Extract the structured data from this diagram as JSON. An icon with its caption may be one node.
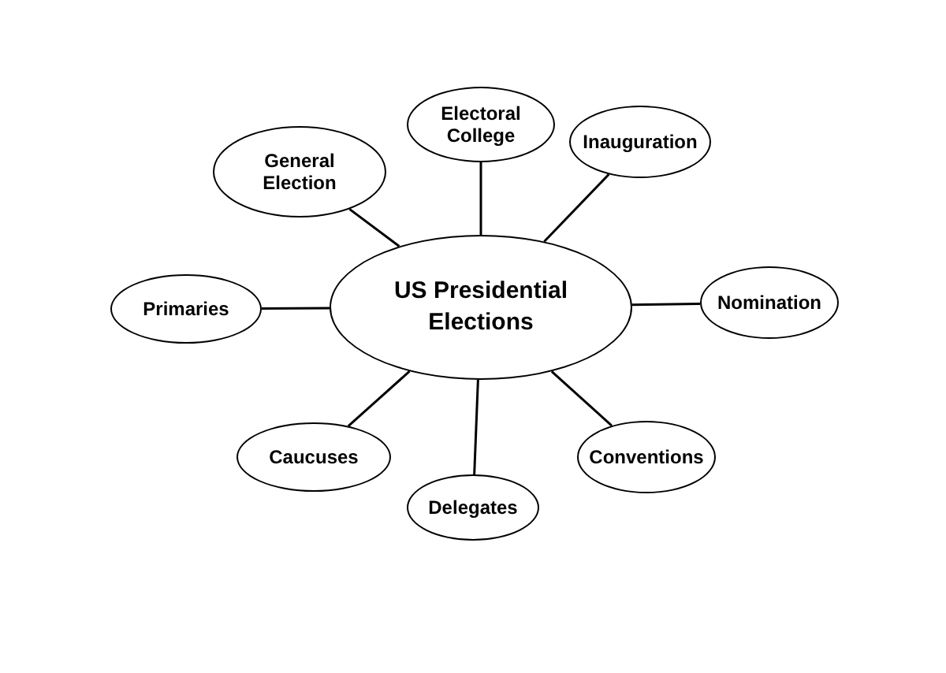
{
  "diagram": {
    "nodes": [
      {
        "text": [
          "US Presidential Elections"
        ]
      },
      {
        "text": [
          "General Election"
        ]
      },
      {
        "text": [
          "Electoral College"
        ]
      },
      {
        "text": [
          "Inauguration"
        ]
      },
      {
        "text": [
          "Nomination"
        ]
      },
      {
        "text": [
          "Conventions"
        ]
      },
      {
        "text": [
          "Delegates"
        ]
      },
      {
        "text": [
          "Caucuses"
        ]
      },
      {
        "text": [
          "Primaries"
        ]
      }
    ],
    "edges": [
      {
        "from": 0,
        "to": 1,
        "arrow": "none"
      },
      {
        "from": 0,
        "to": 2,
        "arrow": "none"
      },
      {
        "from": 0,
        "to": 3,
        "arrow": "none"
      },
      {
        "from": 0,
        "to": 4,
        "arrow": "none"
      },
      {
        "from": 0,
        "to": 5,
        "arrow": "none"
      },
      {
        "from": 0,
        "to": 6,
        "arrow": "none"
      },
      {
        "from": 0,
        "to": 7,
        "arrow": "none"
      },
      {
        "from": 0,
        "to": 8,
        "arrow": "none"
      }
    ]
  }
}
